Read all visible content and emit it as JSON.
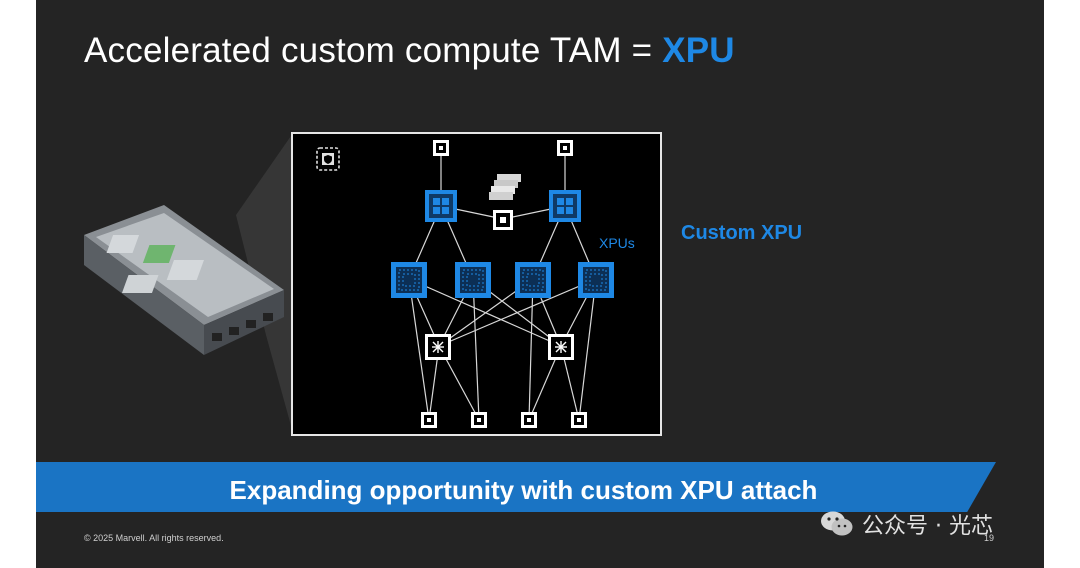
{
  "slide": {
    "title_prefix": "Accelerated custom compute TAM = ",
    "title_accent": "XPU",
    "xpus_label": "XPUs",
    "side_label": "Custom XPU",
    "banner": "Expanding opportunity with custom XPU attach",
    "copyright": "© 2025 Marvell. All rights reserved.",
    "page_number": "19"
  },
  "watermark": {
    "text": "公众号 · 光芯",
    "icon": "wechat-icon"
  },
  "diagram": {
    "icons": [
      "shield-chip-icon",
      "memory-stack-icon",
      "switch-icon",
      "xpu-icon"
    ]
  },
  "colors": {
    "accent": "#1e88e5",
    "banner": "#1a74c4",
    "background": "#242424"
  }
}
